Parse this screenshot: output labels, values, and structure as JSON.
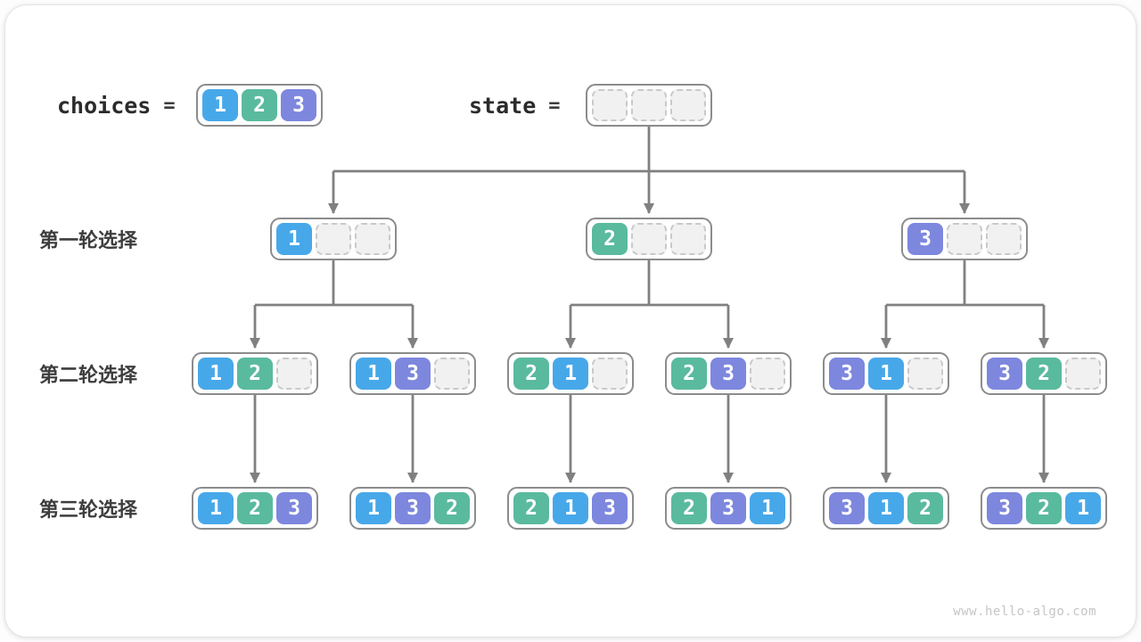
{
  "colors": {
    "cell_1": "#47A8E9",
    "cell_2": "#5ABA9E",
    "cell_3": "#7D87DE",
    "connector": "#808080",
    "node_border": "#8c8c8c",
    "empty_cell_fill": "#f1f1f1"
  },
  "header": {
    "choices_label": "choices",
    "equals_sign": "=",
    "choices_cells": [
      "1",
      "2",
      "3"
    ],
    "state_label": "state",
    "state_cells": [
      "",
      "",
      ""
    ]
  },
  "rows": [
    {
      "label": "第一轮选择",
      "nodes": [
        [
          "1",
          "",
          ""
        ],
        [
          "2",
          "",
          ""
        ],
        [
          "3",
          "",
          ""
        ]
      ]
    },
    {
      "label": "第二轮选择",
      "nodes": [
        [
          "1",
          "2",
          ""
        ],
        [
          "1",
          "3",
          ""
        ],
        [
          "2",
          "1",
          ""
        ],
        [
          "2",
          "3",
          ""
        ],
        [
          "3",
          "1",
          ""
        ],
        [
          "3",
          "2",
          ""
        ]
      ]
    },
    {
      "label": "第三轮选择",
      "nodes": [
        [
          "1",
          "2",
          "3"
        ],
        [
          "1",
          "3",
          "2"
        ],
        [
          "2",
          "1",
          "3"
        ],
        [
          "2",
          "3",
          "1"
        ],
        [
          "3",
          "1",
          "2"
        ],
        [
          "3",
          "2",
          "1"
        ]
      ]
    }
  ],
  "watermark": "www.hello-algo.com"
}
